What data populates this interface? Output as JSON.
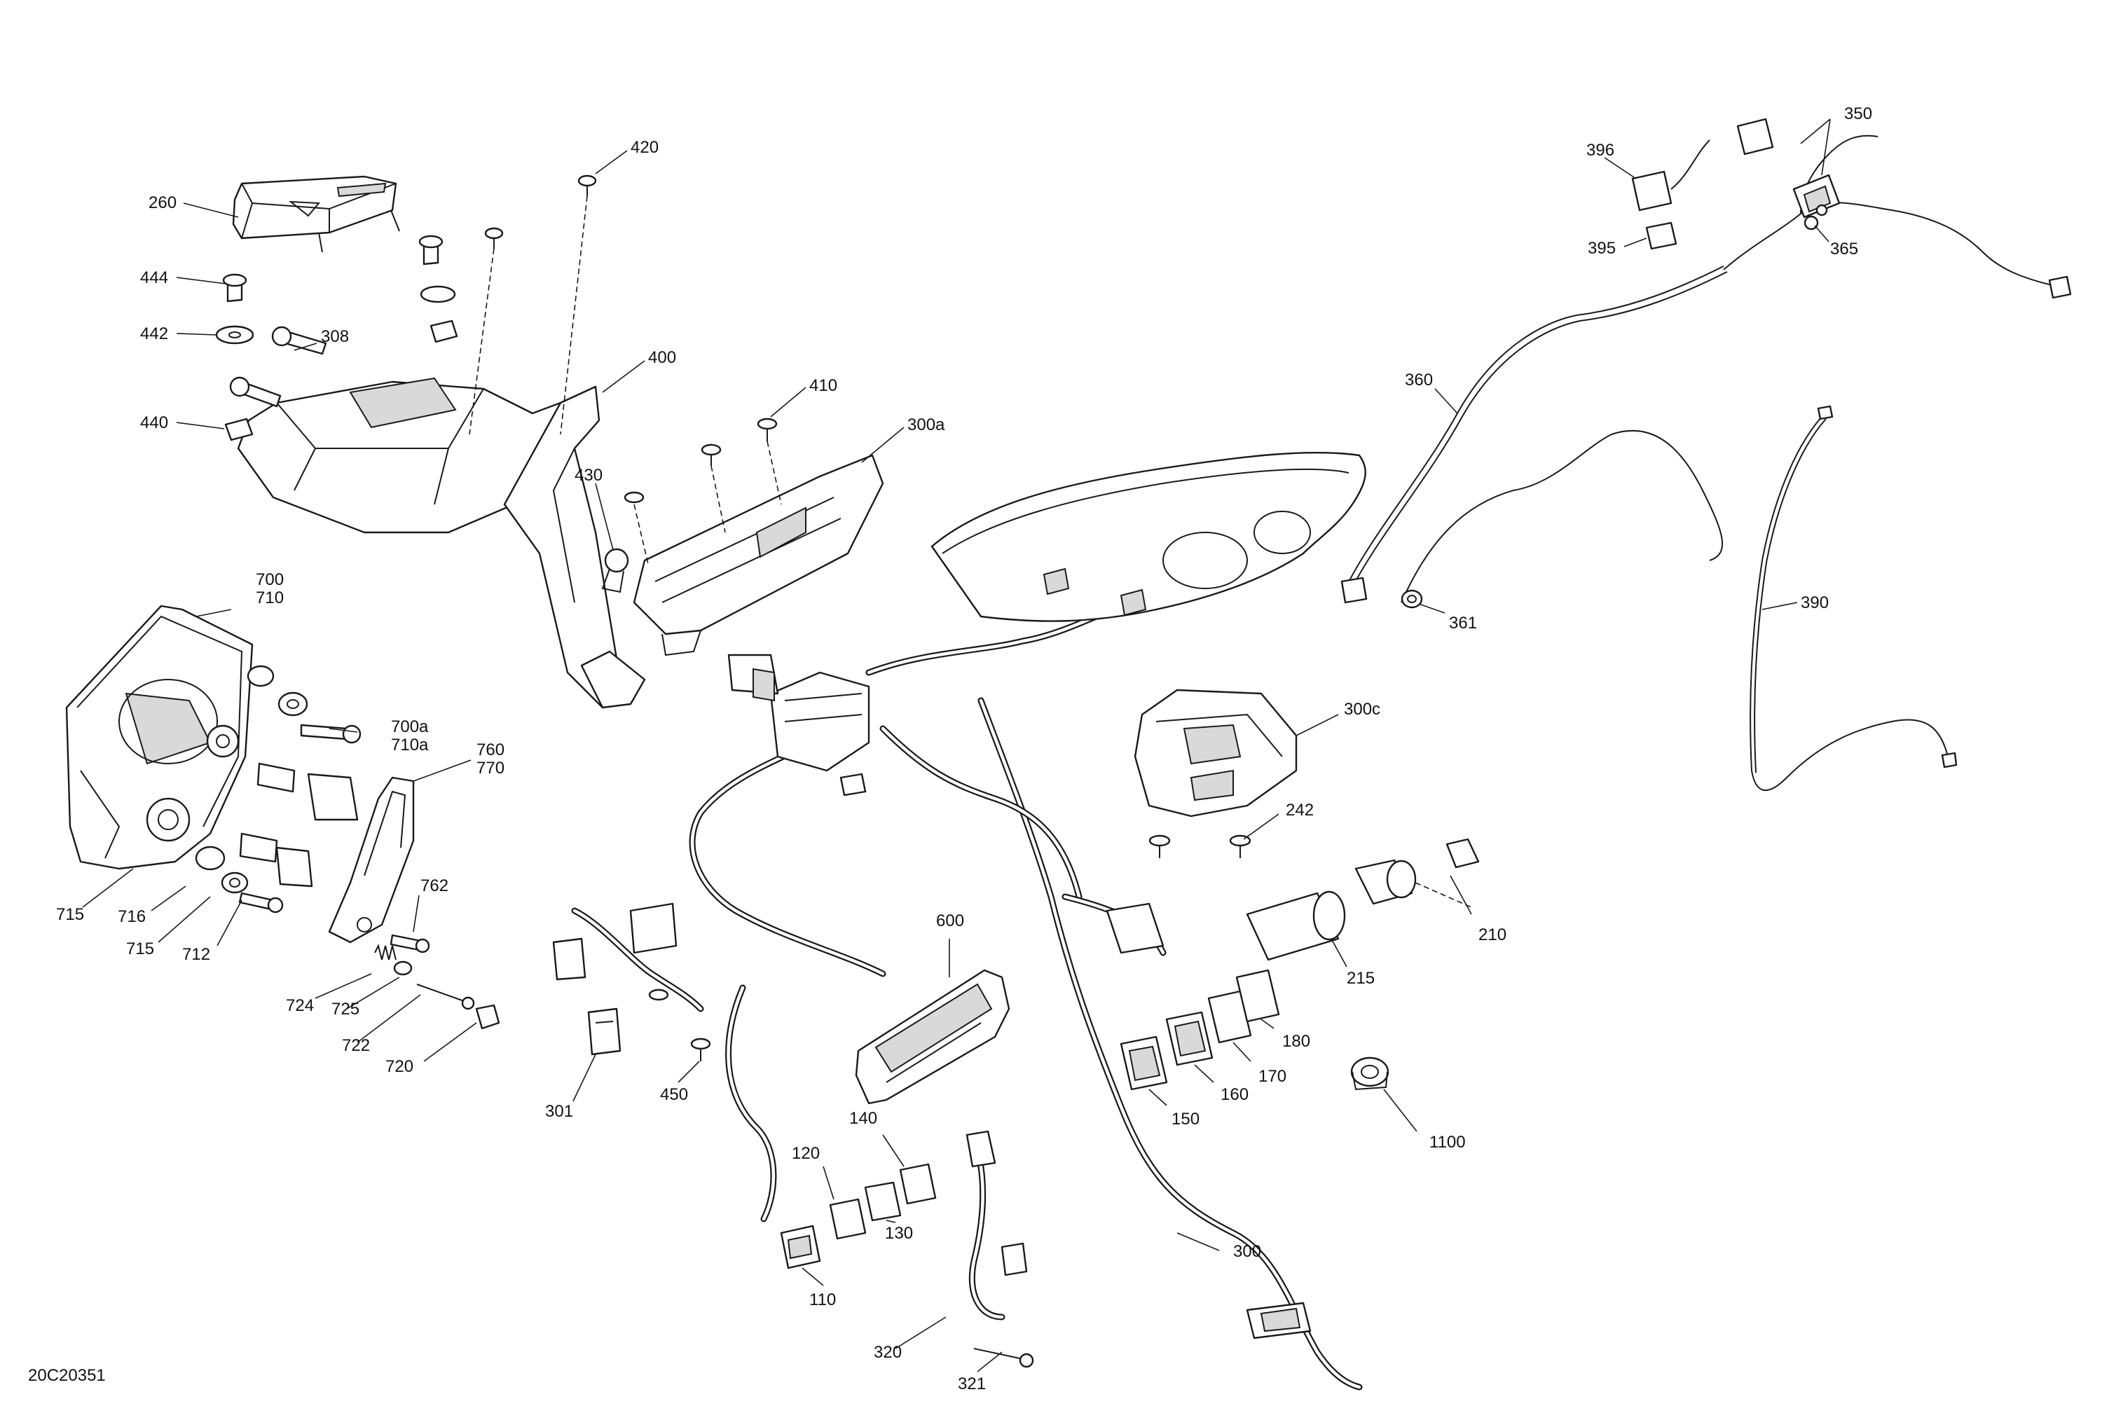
{
  "diagram": {
    "drawing_code": "20C20351",
    "callouts": [
      {
        "id": "260",
        "label": "260"
      },
      {
        "id": "444",
        "label": "444"
      },
      {
        "id": "442",
        "label": "442"
      },
      {
        "id": "308",
        "label": "308"
      },
      {
        "id": "440",
        "label": "440"
      },
      {
        "id": "420",
        "label": "420"
      },
      {
        "id": "400",
        "label": "400"
      },
      {
        "id": "410",
        "label": "410"
      },
      {
        "id": "300a",
        "label": "300a"
      },
      {
        "id": "430",
        "label": "430"
      },
      {
        "id": "700",
        "label": "700"
      },
      {
        "id": "710",
        "label": "710"
      },
      {
        "id": "700a",
        "label": "700a"
      },
      {
        "id": "710a",
        "label": "710a"
      },
      {
        "id": "760",
        "label": "760"
      },
      {
        "id": "770",
        "label": "770"
      },
      {
        "id": "762",
        "label": "762"
      },
      {
        "id": "715a",
        "label": "715"
      },
      {
        "id": "716",
        "label": "716"
      },
      {
        "id": "715b",
        "label": "715"
      },
      {
        "id": "712",
        "label": "712"
      },
      {
        "id": "724",
        "label": "724"
      },
      {
        "id": "725",
        "label": "725"
      },
      {
        "id": "722",
        "label": "722"
      },
      {
        "id": "720",
        "label": "720"
      },
      {
        "id": "301",
        "label": "301"
      },
      {
        "id": "450",
        "label": "450"
      },
      {
        "id": "600",
        "label": "600"
      },
      {
        "id": "120",
        "label": "120"
      },
      {
        "id": "140",
        "label": "140"
      },
      {
        "id": "130",
        "label": "130"
      },
      {
        "id": "110",
        "label": "110"
      },
      {
        "id": "320",
        "label": "320"
      },
      {
        "id": "321",
        "label": "321"
      },
      {
        "id": "300",
        "label": "300"
      },
      {
        "id": "150",
        "label": "150"
      },
      {
        "id": "160",
        "label": "160"
      },
      {
        "id": "170",
        "label": "170"
      },
      {
        "id": "180",
        "label": "180"
      },
      {
        "id": "215",
        "label": "215"
      },
      {
        "id": "210",
        "label": "210"
      },
      {
        "id": "1100",
        "label": "1100"
      },
      {
        "id": "300c",
        "label": "300c"
      },
      {
        "id": "242",
        "label": "242"
      },
      {
        "id": "360",
        "label": "360"
      },
      {
        "id": "361",
        "label": "361"
      },
      {
        "id": "390",
        "label": "390"
      },
      {
        "id": "350",
        "label": "350"
      },
      {
        "id": "396",
        "label": "396"
      },
      {
        "id": "395",
        "label": "395"
      },
      {
        "id": "365",
        "label": "365"
      }
    ]
  }
}
